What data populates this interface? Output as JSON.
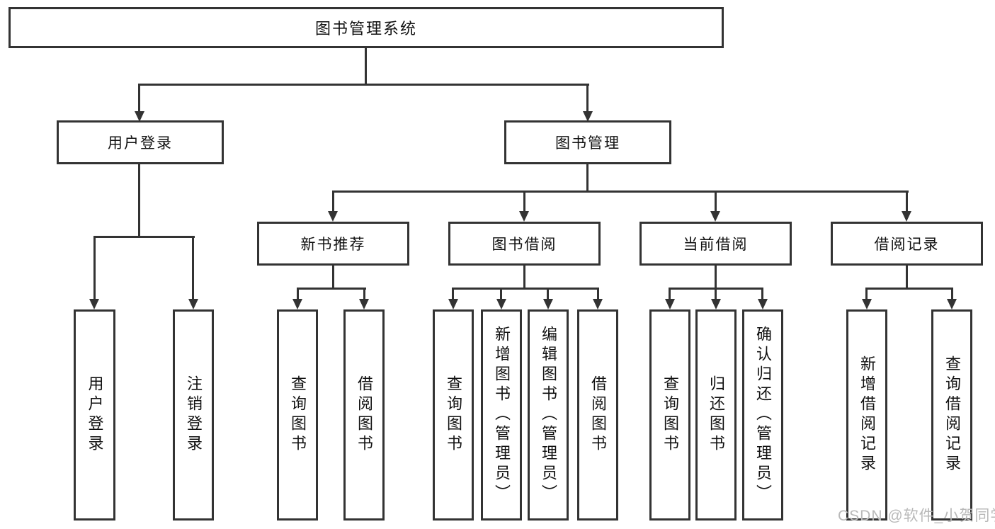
{
  "diagram": {
    "nodes": {
      "root": "图书管理系统",
      "user_login": "用户登录",
      "book_management": "图书管理",
      "new_book_recommend": "新书推荐",
      "book_borrowing": "图书借阅",
      "current_borrowing": "当前借阅",
      "borrowing_records": "借阅记录"
    },
    "leaves": {
      "user_login_leaf": "用户登录",
      "logout_leaf": "注销登录",
      "nbr_query_books": "查询图书",
      "nbr_borrow_books": "借阅图书",
      "bb_query_books": "查询图书",
      "bb_add_books_admin": "新增图书（管理员）",
      "bb_edit_books_admin": "编辑图书（管理员）",
      "bb_borrow_books": "借阅图书",
      "cb_query_books": "查询图书",
      "cb_return_books": "归还图书",
      "cb_confirm_return_admin": "确认归还（管理员）",
      "br_add_record": "新增借阅记录",
      "br_query_record": "查询借阅记录"
    },
    "watermark": "CSDN @软件_小贺同学",
    "colors": {
      "line": "#333333",
      "text": "#111111",
      "watermark": "#b9b9b9",
      "background": "#ffffff"
    }
  }
}
